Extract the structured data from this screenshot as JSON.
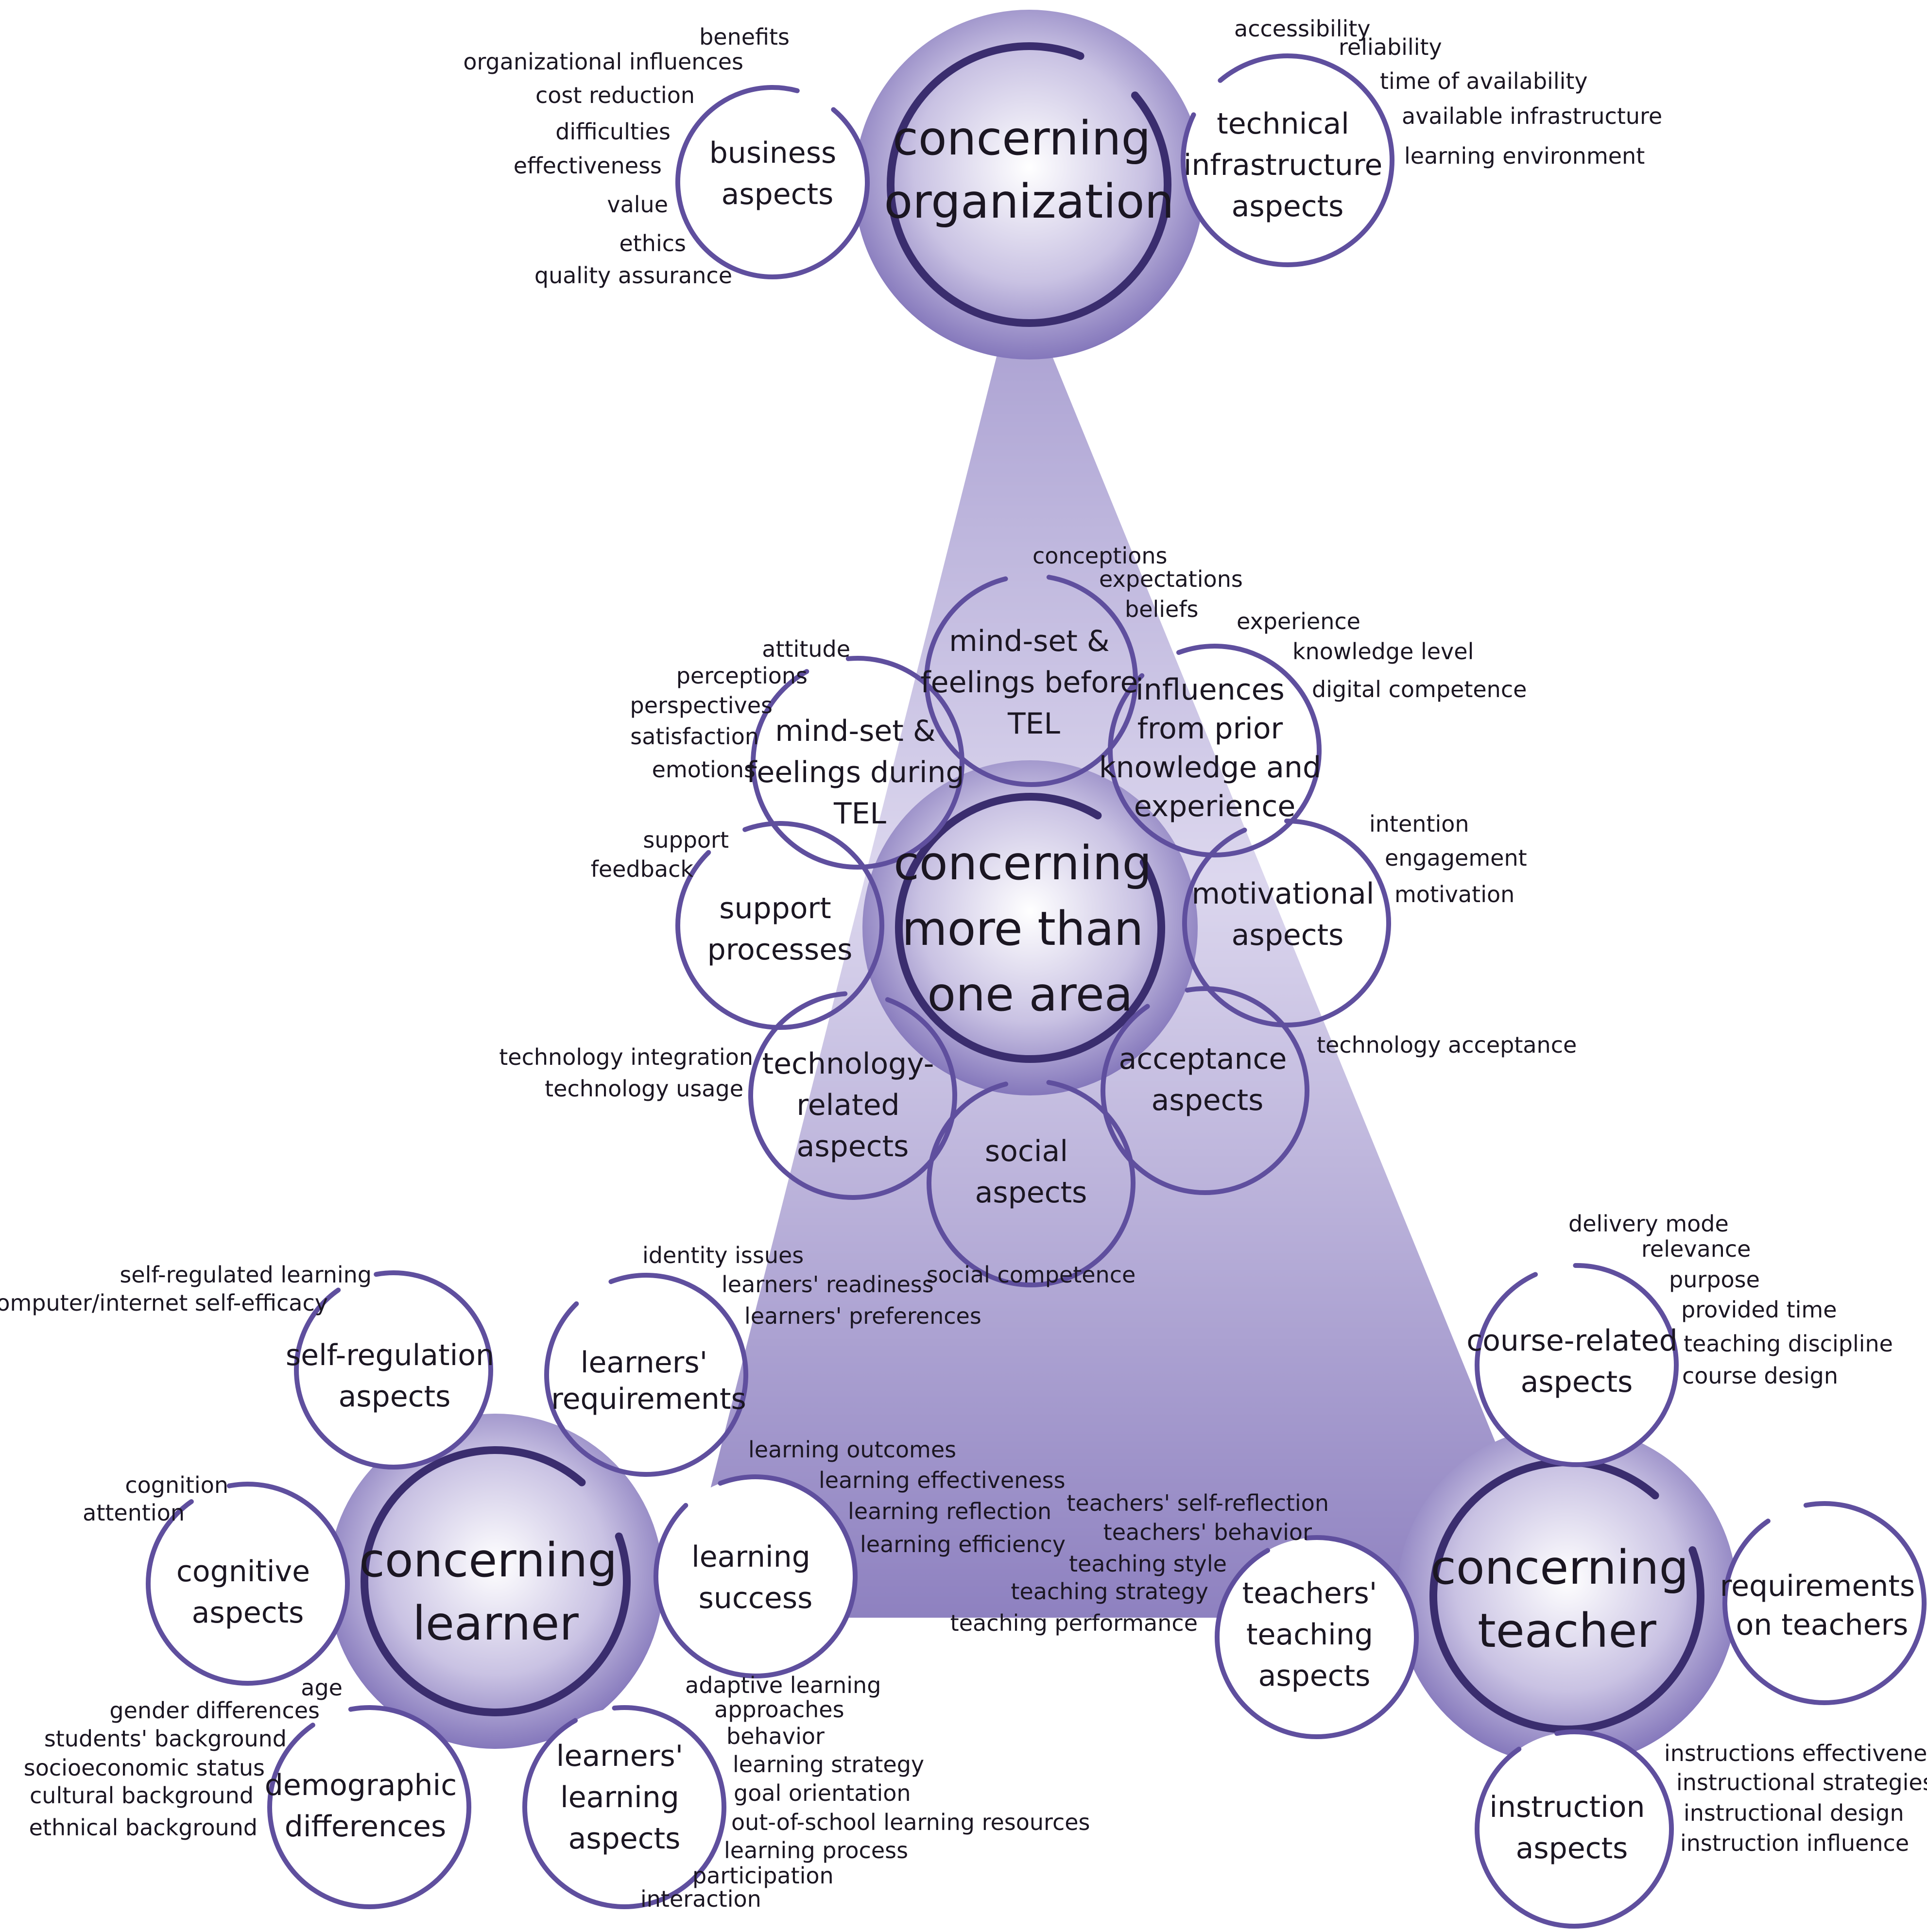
{
  "colors": {
    "purple_dark": "#3a2d6e",
    "purple_ring": "#5f4f9e",
    "purple_fill": "#9488c4",
    "purple_light": "#e9e6f4"
  },
  "hubs": {
    "organization": [
      "concerning",
      "organization"
    ],
    "more_than_one_area": [
      "concerning",
      "more than",
      "one area"
    ],
    "learner": [
      "concerning",
      "learner"
    ],
    "teacher": [
      "concerning",
      "teacher"
    ]
  },
  "subs": {
    "business_aspects": [
      "business",
      "aspects"
    ],
    "technical_infrastructure_aspects": [
      "technical",
      "infrastructure",
      "aspects"
    ],
    "mindset_before_tel": [
      "mind-set &",
      "feelings before",
      "TEL"
    ],
    "mindset_during_tel": [
      "mind-set &",
      "feelings during",
      "TEL"
    ],
    "influences_prior_knowledge": [
      "influences",
      "from prior",
      "knowledge and",
      "experience"
    ],
    "support_processes": [
      "support",
      "processes"
    ],
    "motivational_aspects": [
      "motivational",
      "aspects"
    ],
    "technology_related_aspects": [
      "technology-",
      "related",
      "aspects"
    ],
    "acceptance_aspects": [
      "acceptance",
      "aspects"
    ],
    "social_aspects": [
      "social",
      "aspects"
    ],
    "self_regulation_aspects": [
      "self-regulation",
      "aspects"
    ],
    "learners_requirements": [
      "learners'",
      "requirements"
    ],
    "cognitive_aspects": [
      "cognitive",
      "aspects"
    ],
    "learning_success": [
      "learning",
      "success"
    ],
    "demographic_differences": [
      "demographic",
      "differences"
    ],
    "learners_learning_aspects": [
      "learners'",
      "learning",
      "aspects"
    ],
    "course_related_aspects": [
      "course-related",
      "aspects"
    ],
    "teachers_teaching_aspects": [
      "teachers'",
      "teaching",
      "aspects"
    ],
    "requirements_on_teachers": [
      "requirements",
      "on teachers"
    ],
    "instruction_aspects": [
      "instruction",
      "aspects"
    ]
  },
  "leaves": {
    "business_aspects": [
      "benefits",
      "organizational influences",
      "cost reduction",
      "difficulties",
      "effectiveness",
      "value",
      "ethics",
      "quality assurance"
    ],
    "technical_infrastructure_aspects": [
      "accessibility",
      "reliability",
      "time of availability",
      "available infrastructure",
      "learning environment"
    ],
    "mindset_before_tel": [
      "conceptions",
      "expectations",
      "beliefs"
    ],
    "influences_prior_knowledge": [
      "experience",
      "knowledge level",
      "digital competence"
    ],
    "mindset_during_tel": [
      "attitude",
      "perceptions",
      "perspectives",
      "satisfaction",
      "emotions"
    ],
    "support_processes": [
      "support",
      "feedback"
    ],
    "motivational_aspects": [
      "intention",
      "engagement",
      "motivation"
    ],
    "technology_related_aspects": [
      "technology integration",
      "technology usage"
    ],
    "acceptance_aspects": [
      "technology acceptance"
    ],
    "social_aspects": [
      "social competence"
    ],
    "self_regulation_aspects": [
      "self-regulated learning",
      "computer/internet self-efficacy"
    ],
    "learners_requirements": [
      "identity issues",
      "learners' readiness",
      "learners' preferences"
    ],
    "cognitive_aspects": [
      "cognition",
      "attention"
    ],
    "learning_success": [
      "learning outcomes",
      "learning effectiveness",
      "learning reflection",
      "learning efficiency"
    ],
    "demographic_differences": [
      "age",
      "gender differences",
      "students' background",
      "socioeconomic status",
      "cultural background",
      "ethnical background"
    ],
    "learners_learning_aspects": [
      "adaptive learning",
      "approaches",
      "behavior",
      "learning strategy",
      "goal orientation",
      "out-of-school learning resources",
      "learning process",
      "participation",
      "interaction"
    ],
    "course_related_aspects": [
      "delivery mode",
      "relevance",
      "purpose",
      "provided time",
      "teaching discipline",
      "course design"
    ],
    "teachers_teaching_aspects": [
      "teachers' self-reflection",
      "teachers' behavior",
      "teaching style",
      "teaching strategy",
      "teaching performance"
    ],
    "instruction_aspects": [
      "instructions effectiveness",
      "instructional strategies",
      "instructional design",
      "instruction influence"
    ]
  }
}
